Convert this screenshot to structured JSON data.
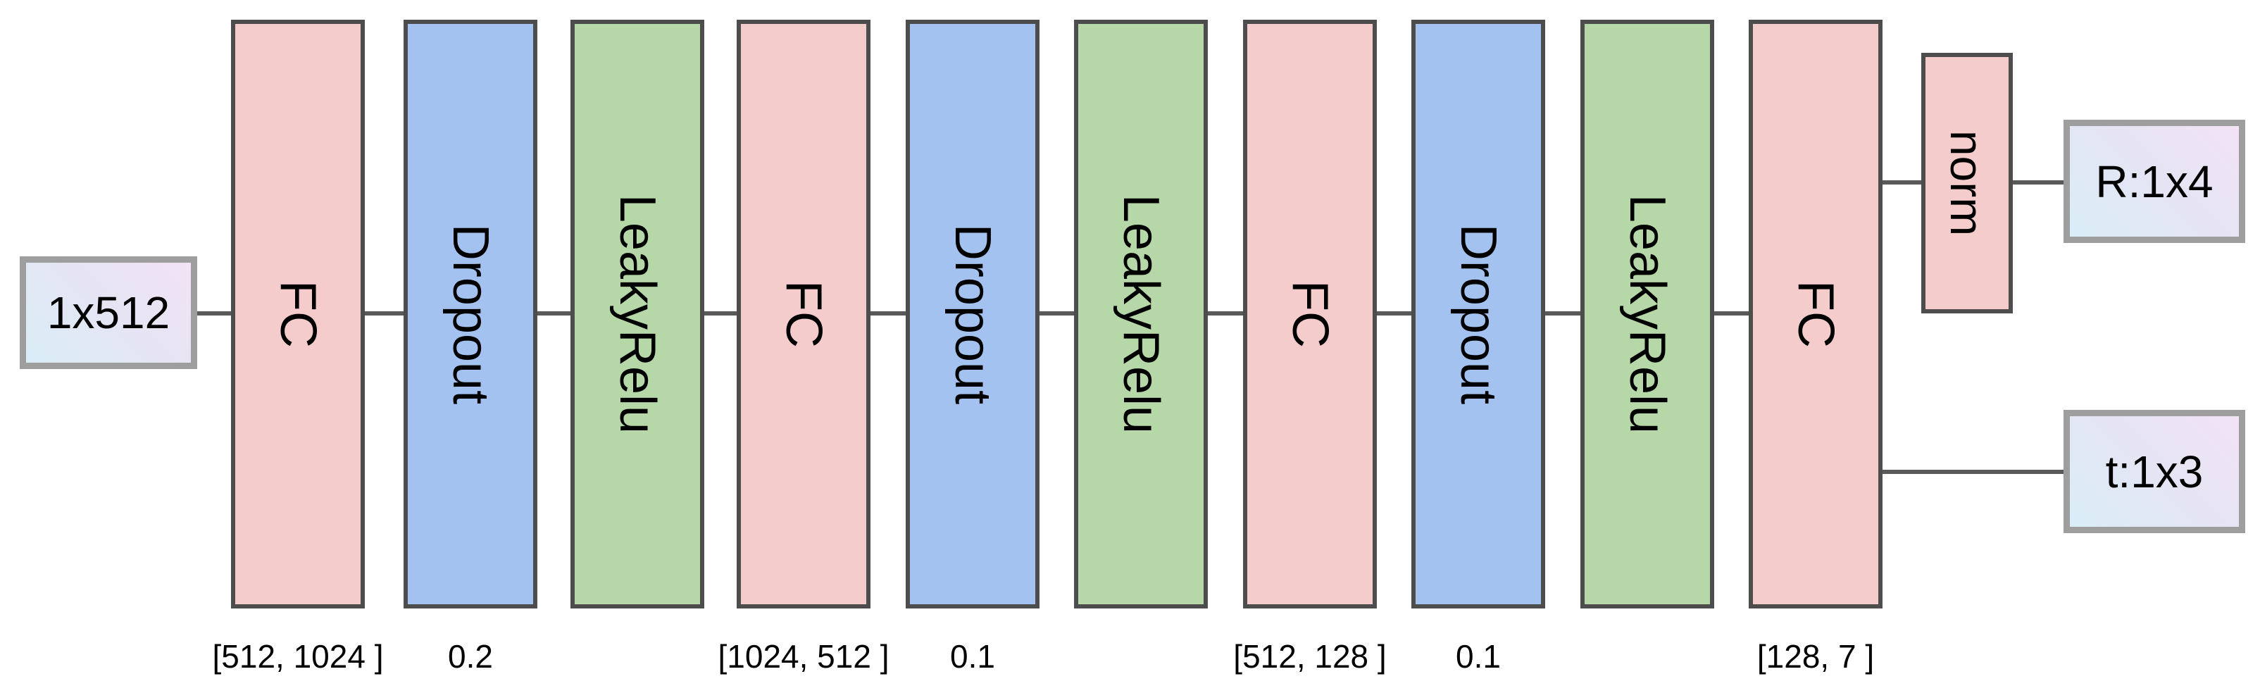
{
  "diagram": {
    "type": "neural-network-architecture",
    "input": {
      "label": "1x512"
    },
    "blocks": [
      {
        "type": "FC",
        "label": "FC",
        "param": "[512, 1024 ]"
      },
      {
        "type": "Dropout",
        "label": "Dropout",
        "param": "0.2"
      },
      {
        "type": "LeakyRelu",
        "label": "LeakyRelu",
        "param": ""
      },
      {
        "type": "FC",
        "label": "FC",
        "param": "[1024, 512 ]"
      },
      {
        "type": "Dropout",
        "label": "Dropout",
        "param": "0.1"
      },
      {
        "type": "LeakyRelu",
        "label": "LeakyRelu",
        "param": ""
      },
      {
        "type": "FC",
        "label": "FC",
        "param": "[512, 128 ]"
      },
      {
        "type": "Dropout",
        "label": "Dropout",
        "param": "0.1"
      },
      {
        "type": "LeakyRelu",
        "label": "LeakyRelu",
        "param": ""
      },
      {
        "type": "FC",
        "label": "FC",
        "param": "[128, 7 ]"
      }
    ],
    "norm": {
      "label": "norm"
    },
    "outputs": [
      {
        "label": "R:1x4"
      },
      {
        "label": "t:1x3"
      }
    ],
    "colors": {
      "FC": "#f4cccc",
      "Dropout": "#a4c2f0",
      "LeakyRelu": "#b6d7a8",
      "norm_fill": "#f4cccc",
      "block_border": "#4d4d4d",
      "wire": "#595959",
      "io_border": "#9e9e9e",
      "io_gradient_start": "#d9edf7",
      "io_gradient_end": "#f2e3f5",
      "text": "#000000"
    }
  }
}
